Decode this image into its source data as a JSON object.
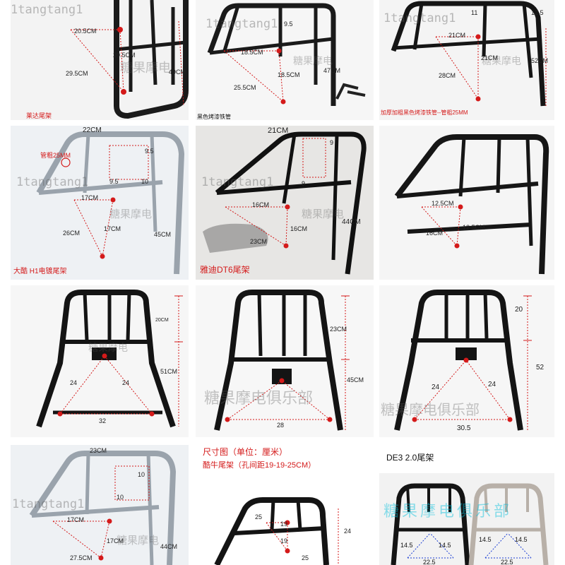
{
  "watermarks": {
    "latin": "1tangtang1",
    "cn_short": "糖果摩电",
    "cn_long": "糖果摩电俱乐部"
  },
  "tiles": [
    {
      "id": "r1c1",
      "caption": "莱达尾架",
      "labels": [
        "20.5CM",
        "20.5CM",
        "29.5CM",
        "49CM"
      ]
    },
    {
      "id": "r1c2",
      "caption": "黑色烤漆铁管",
      "labels": [
        "18.5CM",
        "18.5CM",
        "25.5CM",
        "47CM",
        "9.5"
      ]
    },
    {
      "id": "r1c3",
      "caption": "加厚加粗黑色烤漆铁管--管粗25MM",
      "labels": [
        "11",
        "12.5",
        "21CM",
        "21CM",
        "28CM",
        "52CM"
      ]
    },
    {
      "id": "r2c1",
      "caption": "大酷 H1电镀尾架",
      "labels": [
        "22CM",
        "管粗25MM",
        "9.5",
        "9.5",
        "10",
        "17CM",
        "17CM",
        "26CM",
        "45CM"
      ]
    },
    {
      "id": "r2c2",
      "caption": "雅迪DT6尾架",
      "labels": [
        "21CM",
        "9",
        "9",
        "16CM",
        "16CM",
        "23CM",
        "44CM"
      ]
    },
    {
      "id": "r2c3",
      "caption": "",
      "labels": [
        "12.5CM",
        "12.5CM",
        "16CM"
      ]
    },
    {
      "id": "r3c1",
      "caption": "",
      "labels": [
        "20CM",
        "51CM",
        "24",
        "24",
        "32"
      ]
    },
    {
      "id": "r3c2",
      "caption": "",
      "labels": [
        "23CM",
        "45CM",
        "28"
      ]
    },
    {
      "id": "r3c3",
      "caption": "",
      "labels": [
        "20",
        "52",
        "24",
        "24",
        "30.5"
      ]
    },
    {
      "id": "r4c1",
      "caption": "",
      "labels": [
        "23CM",
        "10",
        "10",
        "17CM",
        "17CM",
        "27.5CM",
        "44CM"
      ]
    },
    {
      "id": "r4c2",
      "caption": "",
      "labels": [
        "尺寸图（单位：厘米）",
        "酷牛尾架（孔间距19-19-25CM）",
        "25",
        "19",
        "19",
        "24",
        "25"
      ]
    },
    {
      "id": "r4c3",
      "caption": "DE3 2.0尾架",
      "labels": [
        "14.5",
        "14.5",
        "22.5",
        "14.5",
        "14.5",
        "22.5"
      ]
    }
  ]
}
